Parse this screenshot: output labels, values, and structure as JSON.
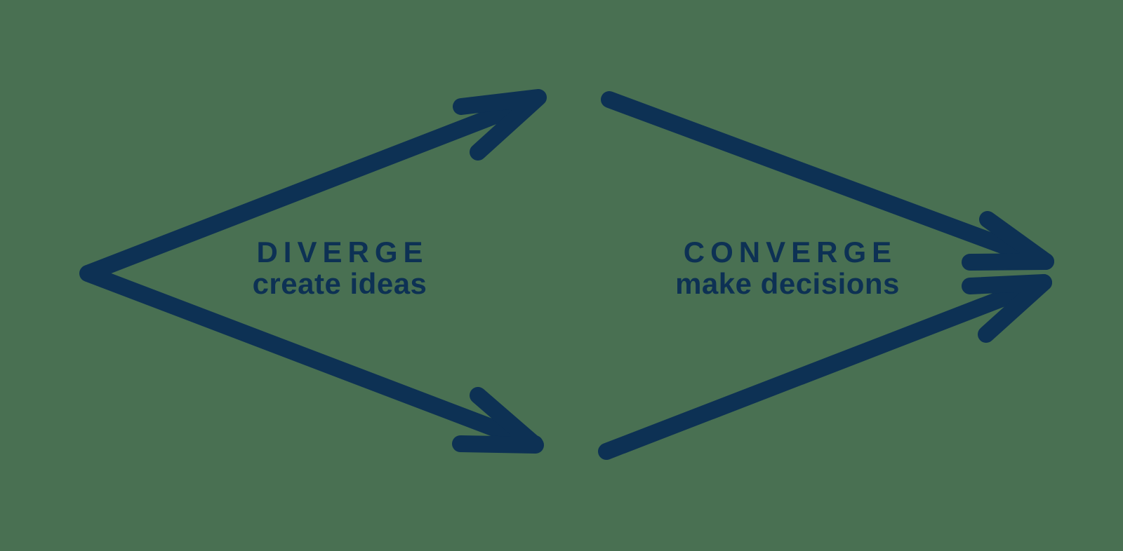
{
  "diagram": {
    "diverge": {
      "title": "DIVERGE",
      "subtitle": "create ideas"
    },
    "converge": {
      "title": "CONVERGE",
      "subtitle": "make decisions"
    }
  },
  "icons": {
    "diverge_arrows": "two-arrows-splitting-from-left-point",
    "converge_arrows": "two-arrows-merging-to-right-point"
  },
  "colors": {
    "arrow_navy": "#0d3154",
    "background_green": "#497052"
  }
}
